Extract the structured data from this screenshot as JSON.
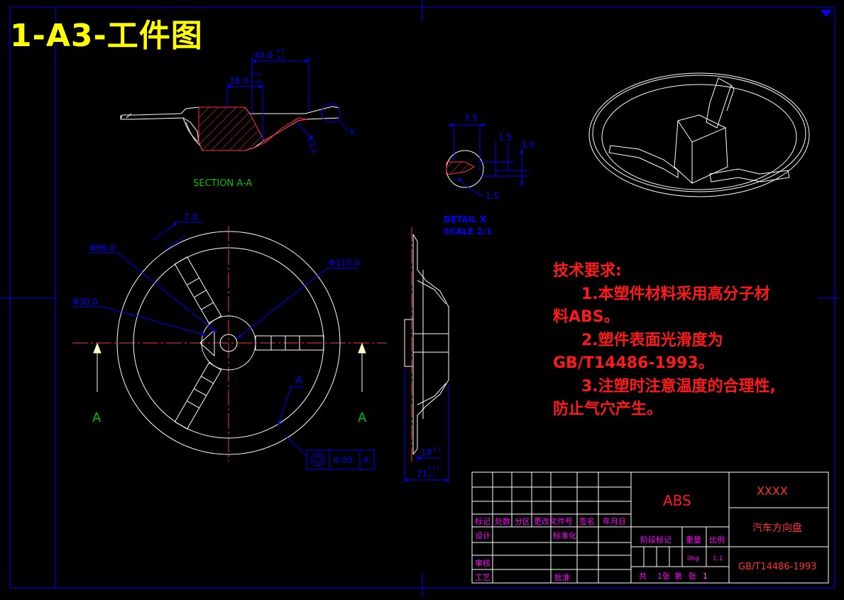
{
  "sheet": {
    "title": "1-A3-工件图"
  },
  "colors": {
    "background": "#000000",
    "frame": "#0000ff",
    "part_outline": "#ffffff",
    "dimension": "#0000ff",
    "centerline": "#ff3333",
    "hatch": "#ff3333",
    "title_yellow": "#ffff00",
    "requirements_red": "#ff1a1a",
    "label_green": "#00ff00",
    "table_magenta": "#ff00ff"
  },
  "section_view": {
    "label": "SECTION A-A",
    "dim_overall": "40.0",
    "dim_overall_tol_upper": "0.1",
    "dim_overall_tol_lower": "0.1",
    "dim_inner": "18.0",
    "dim_inner_tol_upper": "0.12",
    "dim_inner_tol_lower": "0.10",
    "dim_angle": "13.1",
    "detail_marker": "X"
  },
  "detail_view": {
    "label": "DETAIL X",
    "scale": "SCALE 2:1",
    "dims": [
      "3.5",
      "1.5",
      "3.0",
      "1.5"
    ]
  },
  "front_view": {
    "dim_rib": "7.0",
    "dim_d96": "Φ96.0",
    "dim_d30": "Φ30.0",
    "dim_d110": "Φ110.0",
    "datum": "A",
    "cut_label_left": "A",
    "cut_label_right": "A",
    "tolerance_value": "0.05",
    "tolerance_datum": "A"
  },
  "side_view": {
    "dim_thickness": "18",
    "dim_thickness_tol": "0.1",
    "dim_total": "21",
    "dim_total_tol_upper": "0.11",
    "dim_total_tol_lower": "0.1"
  },
  "requirements": {
    "heading": "技术要求:",
    "item1_line1": "1.本塑件材料采用高分子材",
    "item1_line2": "料ABS。",
    "item2_line1": "2.塑件表面光滑度为",
    "item2_line2": "GB/T14486-1993。",
    "item3_line1": "3.注塑时注意温度的合理性,",
    "item3_line2": "防止气穴产生。"
  },
  "title_block": {
    "material": "ABS",
    "code": "XXXX",
    "part_name": "汽车方向盘",
    "standard": "GB/T14486-1993",
    "hdr_mark": "标记",
    "hdr_count": "处数",
    "hdr_zone": "分区",
    "hdr_doc": "更改文件号",
    "hdr_sign": "签名",
    "hdr_date": "年月日",
    "design": "设计",
    "standardize": "标准化",
    "review": "审核",
    "process": "工艺",
    "approve": "批准",
    "stage_mark": "阶段标记",
    "weight": "重量",
    "scale": "比例",
    "weight_value": "0kg",
    "scale_value": "1:1",
    "sheets_total": "共",
    "sheets_unit": "1张",
    "sheet_no_label": "第",
    "sheet_no_unit": "张",
    "sheet_no_value": "1"
  }
}
